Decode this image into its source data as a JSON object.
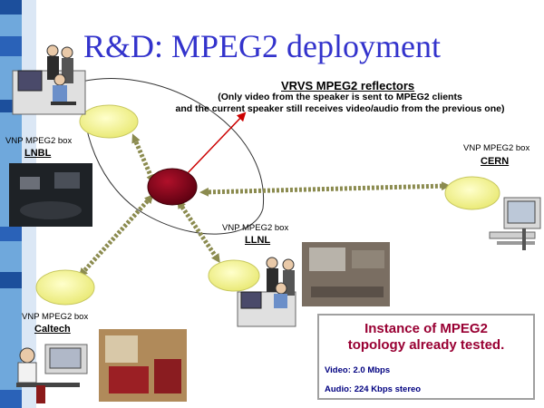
{
  "slide": {
    "title": "R&D: MPEG2 deployment",
    "vrvs": {
      "title": "VRVS MPEG2 reflectors",
      "note_line1": "(Only video from the speaker is sent to MPEG2 clients",
      "note_line2": "and the current speaker still receives video/audio from the previous one)"
    },
    "sites": [
      {
        "box_label": "VNP MPEG2 box",
        "name": "LNBL"
      },
      {
        "box_label": "VNP MPEG2 box",
        "name": "CERN"
      },
      {
        "box_label": "VNP MPEG2 box",
        "name": "LLNL"
      },
      {
        "box_label": "VNP MPEG2 box",
        "name": "Caltech"
      }
    ],
    "info": {
      "headline_line1": "Instance of MPEG2",
      "headline_line2": "topology already tested.",
      "video": "Video: 2.0 Mbps",
      "audio": "Audio: 224 Kbps stereo"
    }
  },
  "colors": {
    "title": "#3333cc",
    "reflector": "#8b0015",
    "client_box": "#ffff99",
    "link": "#8b8b4f",
    "arrow_red": "#cc0000",
    "info_headline": "#990033",
    "info_text": "#000080"
  }
}
